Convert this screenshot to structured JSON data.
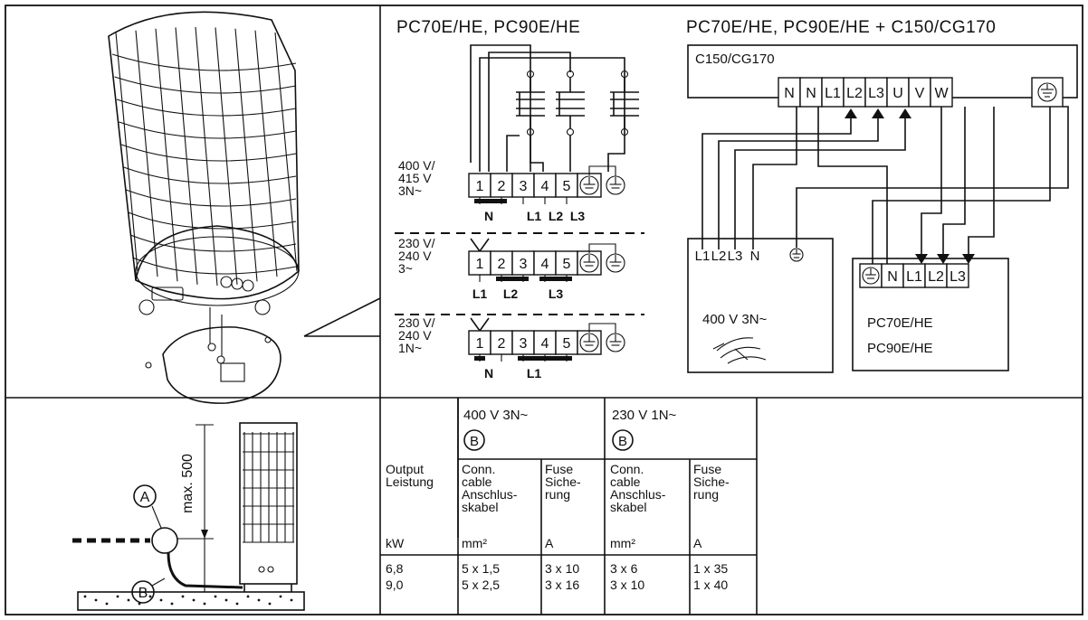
{
  "left_panel": {
    "callout_a": "A",
    "callout_b": "B",
    "dimension_label": "max. 500"
  },
  "diagram_left": {
    "title": "PC70E/HE, PC90E/HE",
    "terminals": [
      "1",
      "2",
      "3",
      "4",
      "5"
    ],
    "configs": [
      {
        "voltage": [
          "400 V/",
          "415 V",
          "3N~"
        ],
        "labels": [
          "N",
          "L1",
          "L2",
          "L3"
        ]
      },
      {
        "voltage": [
          "230 V/",
          "240 V",
          "3~"
        ],
        "labels": [
          "L1",
          "L2",
          "L3"
        ]
      },
      {
        "voltage": [
          "230 V/",
          "240 V",
          "1N~"
        ],
        "labels": [
          "N",
          "L1"
        ]
      }
    ]
  },
  "diagram_right": {
    "title": "PC70E/HE, PC90E/HE + C150/CG170",
    "controller_label": "C150/CG170",
    "controller_terminals": [
      "N",
      "N",
      "L1",
      "L2",
      "L3",
      "U",
      "V",
      "W"
    ],
    "supply_terminals": [
      "L1",
      "L2",
      "L3",
      "N"
    ],
    "supply_label": "400 V 3N~",
    "heater_terminals": [
      "N",
      "L1",
      "L2",
      "L3"
    ],
    "heater_models": [
      "PC70E/HE",
      "PC90E/HE"
    ]
  },
  "table": {
    "groups": [
      {
        "supply": "400 V 3N~",
        "callout": "B"
      },
      {
        "supply": "230 V 1N~",
        "callout": "B"
      }
    ],
    "col_output": [
      "Output",
      "Leistung"
    ],
    "col_cable": [
      "Conn.",
      "cable",
      "Anschlus-",
      "skabel"
    ],
    "col_fuse": [
      "Fuse",
      "Siche-",
      "rung"
    ],
    "units": [
      "kW",
      "mm²",
      "A",
      "mm²",
      "A"
    ],
    "rows": [
      [
        "6,8",
        "5 x 1,5",
        "3 x 10",
        "3 x 6",
        "1 x 35"
      ],
      [
        "9,0",
        "5 x 2,5",
        "3 x 16",
        "3 x 10",
        "1 x 40"
      ]
    ]
  }
}
